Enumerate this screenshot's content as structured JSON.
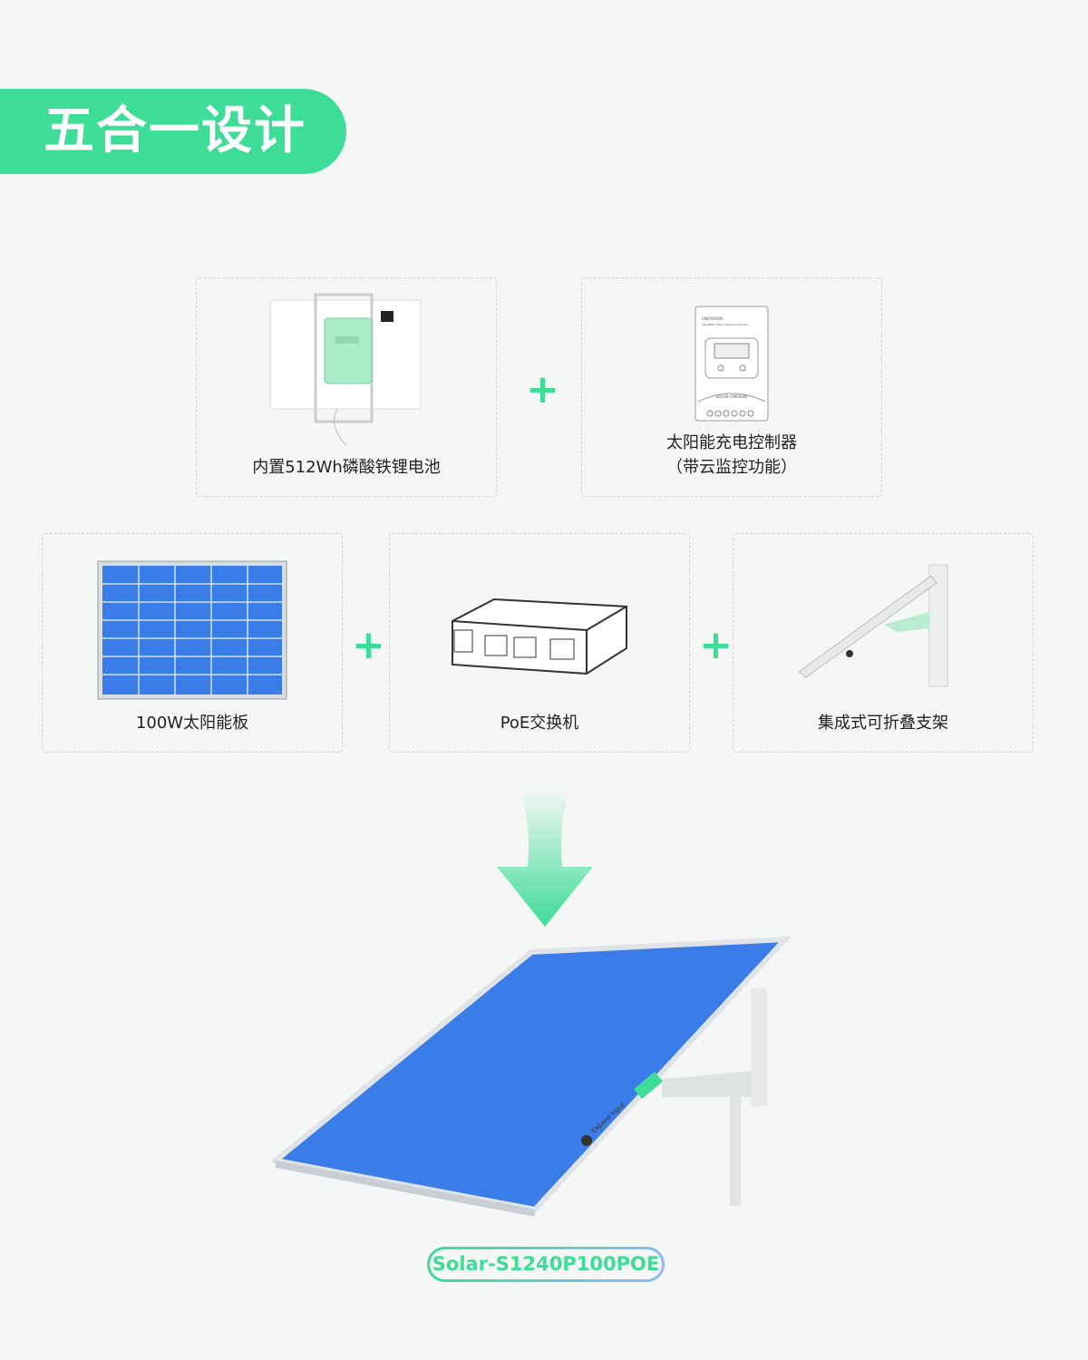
{
  "title": "五合一设计",
  "components": [
    {
      "label": "内置512Wh磷酸铁锂电池",
      "icon": "battery-box-icon"
    },
    {
      "label": "太阳能充电控制器",
      "sublabel": "（带云监控功能）",
      "icon": "charge-controller-icon",
      "device_brand": "LINOVISION",
      "device_caption": "40A MPPT Solar Charge Controller",
      "device_model": "SOLAR-CMP40AN"
    },
    {
      "label": "100W太阳能板",
      "icon": "solar-panel-icon"
    },
    {
      "label": "PoE交换机",
      "icon": "poe-switch-icon"
    },
    {
      "label": "集成式可折叠支架",
      "icon": "foldable-bracket-icon"
    }
  ],
  "plus": "+",
  "product": {
    "model": "Solar-S1240P100POE",
    "port_label": "Expand Input"
  },
  "colors": {
    "accent": "#3ddc97",
    "panel": "#3a7de8",
    "gradient_end": "#8fb8f8"
  }
}
